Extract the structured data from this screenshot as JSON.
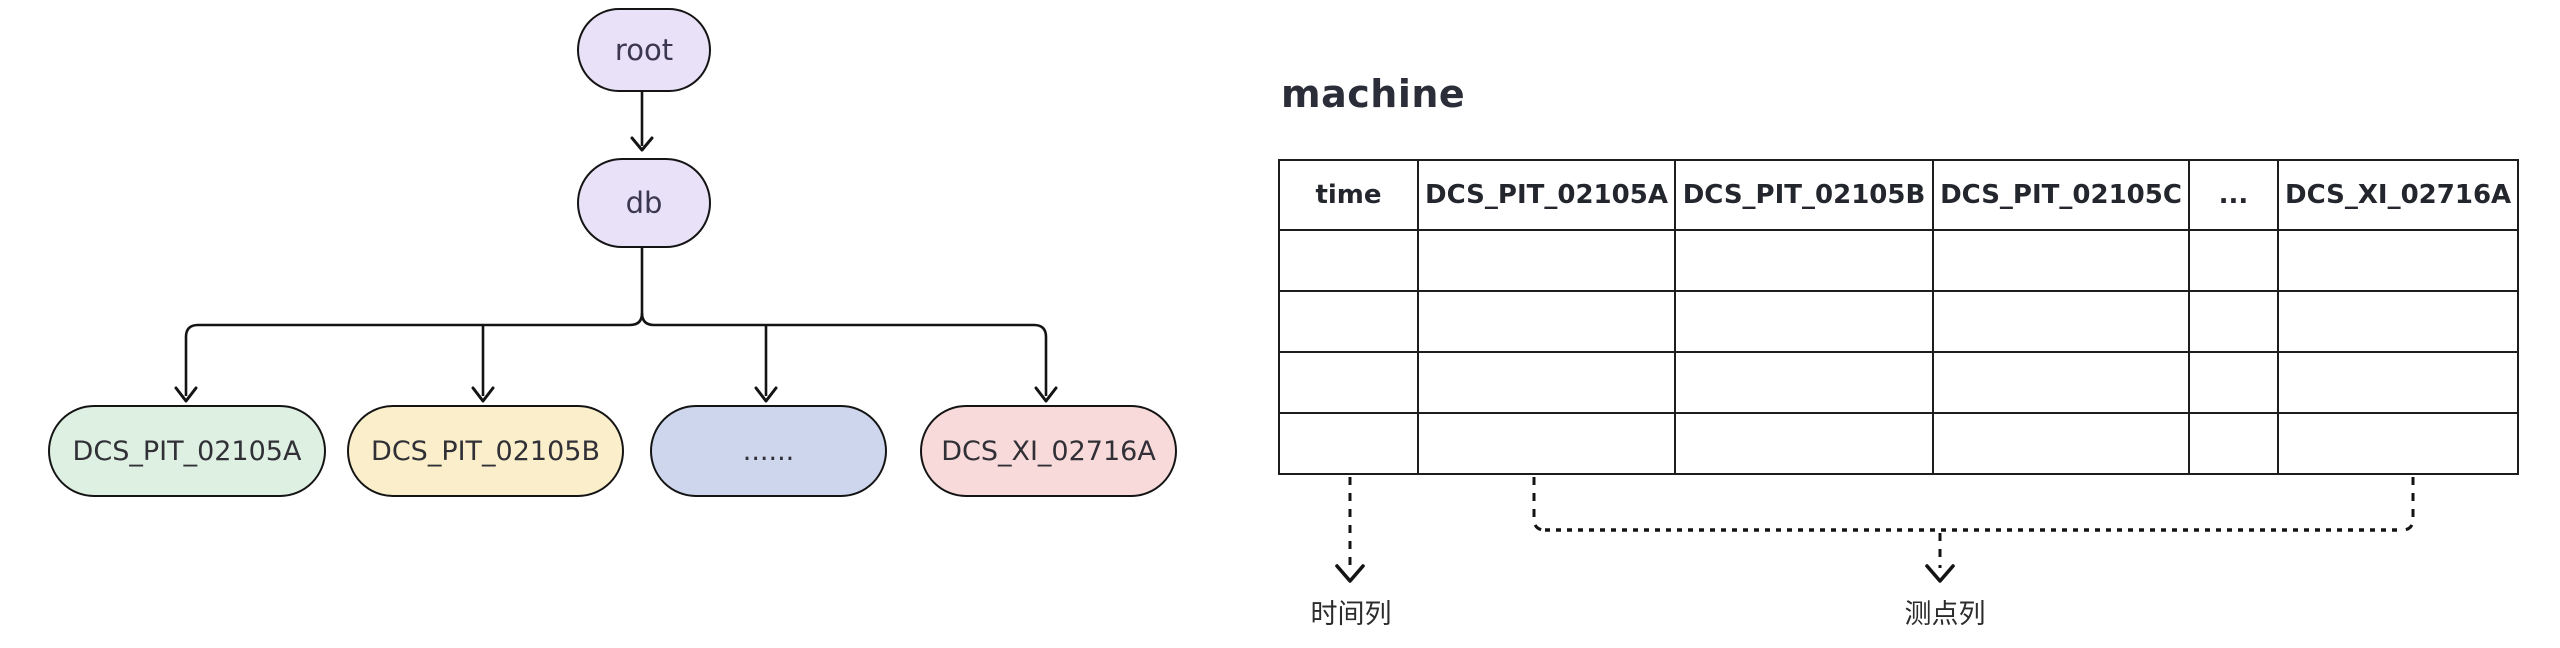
{
  "canvas": {
    "background": "#ffffff"
  },
  "tree": {
    "edge_color": "#141414",
    "nodes": {
      "root": {
        "label": "root",
        "fill": "#e8e1f8"
      },
      "db": {
        "label": "db",
        "fill": "#e8e1f8"
      },
      "leaves": [
        {
          "label": "DCS_PIT_02105A",
          "fill": "#def0e2"
        },
        {
          "label": "DCS_PIT_02105B",
          "fill": "#faefca"
        },
        {
          "label": "......",
          "fill": "#cdd6ed"
        },
        {
          "label": "DCS_XI_02716A",
          "fill": "#f9dada"
        }
      ]
    }
  },
  "panel": {
    "title": "machine",
    "table": {
      "columns": [
        "time",
        "DCS_PIT_02105A",
        "DCS_PIT_02105B",
        "DCS_PIT_02105C",
        "...",
        "DCS_XI_02716A"
      ],
      "body_rows": [
        [
          "",
          "",
          "",
          "",
          "",
          ""
        ],
        [
          "",
          "",
          "",
          "",
          "",
          ""
        ],
        [
          "",
          "",
          "",
          "",
          "",
          ""
        ],
        [
          "",
          "",
          "",
          "",
          "",
          ""
        ]
      ]
    },
    "annotations": {
      "time_column_label": "时间列",
      "sensor_column_label": "测点列"
    }
  }
}
